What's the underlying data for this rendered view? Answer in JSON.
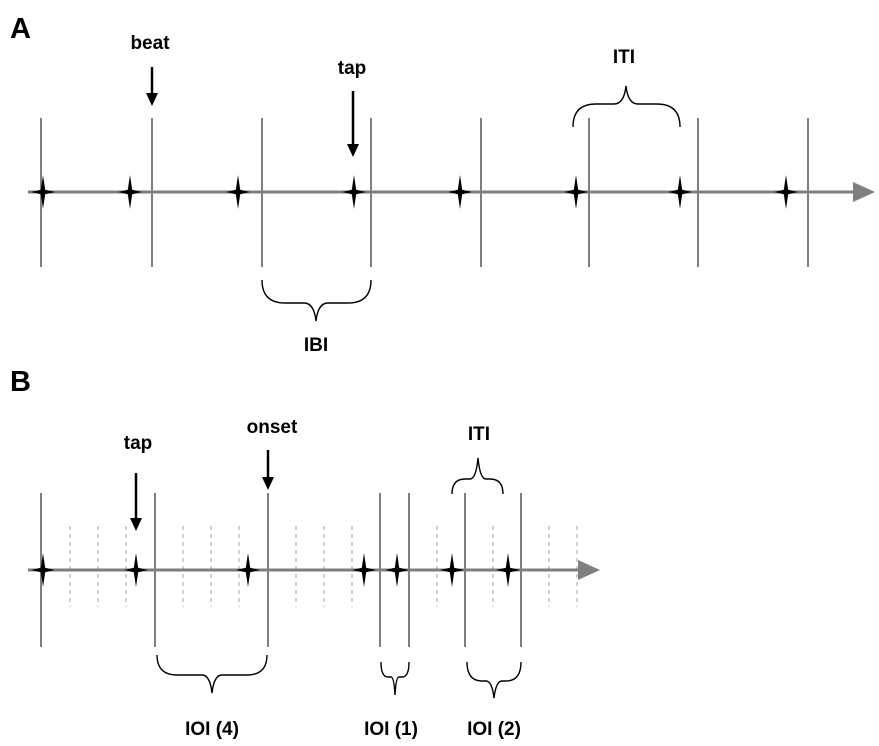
{
  "panel_a": {
    "letter": "A",
    "labels": {
      "beat": "beat",
      "tap": "tap",
      "iti": "ITI",
      "ibi": "IBI"
    }
  },
  "panel_b": {
    "letter": "B",
    "labels": {
      "tap": "tap",
      "onset": "onset",
      "iti": "ITI",
      "ioi4": "IOI (4)",
      "ioi1": "IOI (1)",
      "ioi2": "IOI (2)"
    }
  },
  "colors": {
    "axis": "#7f7f7f",
    "marker": "#000000",
    "dashed": "#c0c0c0"
  }
}
